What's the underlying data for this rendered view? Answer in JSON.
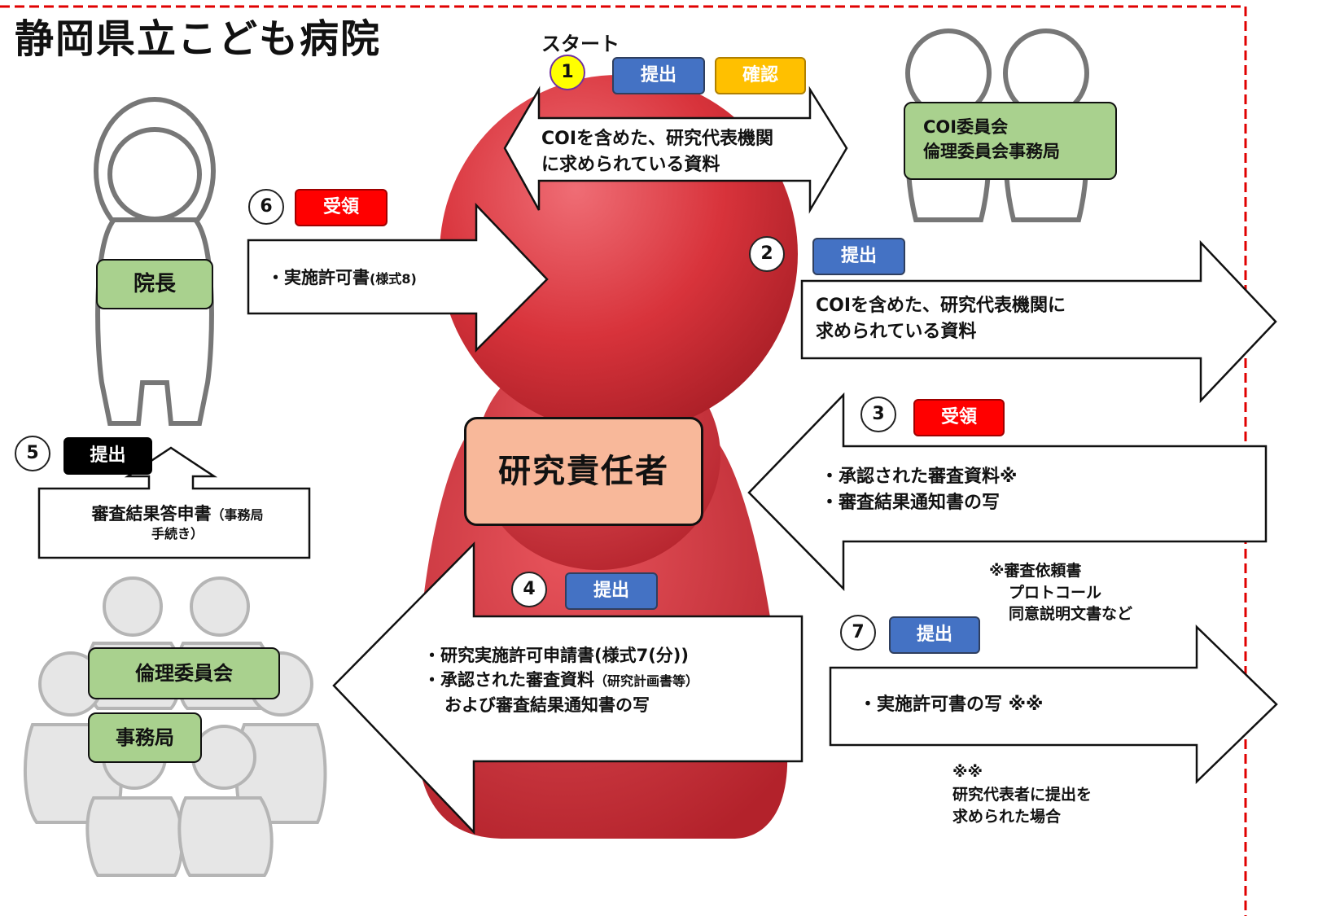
{
  "title": "静岡県立こども病院",
  "start_label": "スタート",
  "step1": {
    "number": "1",
    "badges": [
      "提出",
      "確認"
    ],
    "text": [
      "COIを含めた、研究代表機関",
      "に求められている資料"
    ]
  },
  "coi_box": [
    "COI委員会",
    "倫理委員会事務局"
  ],
  "director": "院長",
  "researcher": "研究責任者",
  "step6": {
    "number": "6",
    "badge": "受領",
    "text_main": "・実施許可書",
    "text_small": "(様式8)"
  },
  "step2": {
    "number": "2",
    "badge": "提出",
    "text": [
      "COIを含めた、研究代表機関に",
      "求められている資料"
    ]
  },
  "step3": {
    "number": "3",
    "badge": "受領",
    "text": [
      "・承認された審査資料※",
      "・審査結果通知書の写"
    ]
  },
  "note1": [
    "※審査依頼書",
    "プロトコール",
    "同意説明文書など"
  ],
  "step5": {
    "number": "5",
    "badge": "提出",
    "text_main": "審査結果答申書",
    "text_small": "（事務局",
    "text_small2": "手続き）"
  },
  "step4": {
    "number": "4",
    "badge": "提出",
    "line1": "・研究実施許可申請書(様式7(分))",
    "line2_main": "・承認された審査資料",
    "line2_small": "（研究計画書等）",
    "line3": "および審査結果通知書の写"
  },
  "step7": {
    "number": "7",
    "badge": "提出",
    "text": "・実施許可書の写 ※※"
  },
  "note2": [
    "※※",
    "研究代表者に提出を",
    "求められた場合"
  ],
  "ethics_committee": "倫理委員会",
  "secretariat": "事務局",
  "colors": {
    "green": "#a9d18e",
    "blue": "#4472c4",
    "orange": "#ffc000",
    "red": "#ff0000",
    "salmon": "#f8b89a",
    "figure_red": "#d8333b",
    "border_red": "#e00000"
  }
}
